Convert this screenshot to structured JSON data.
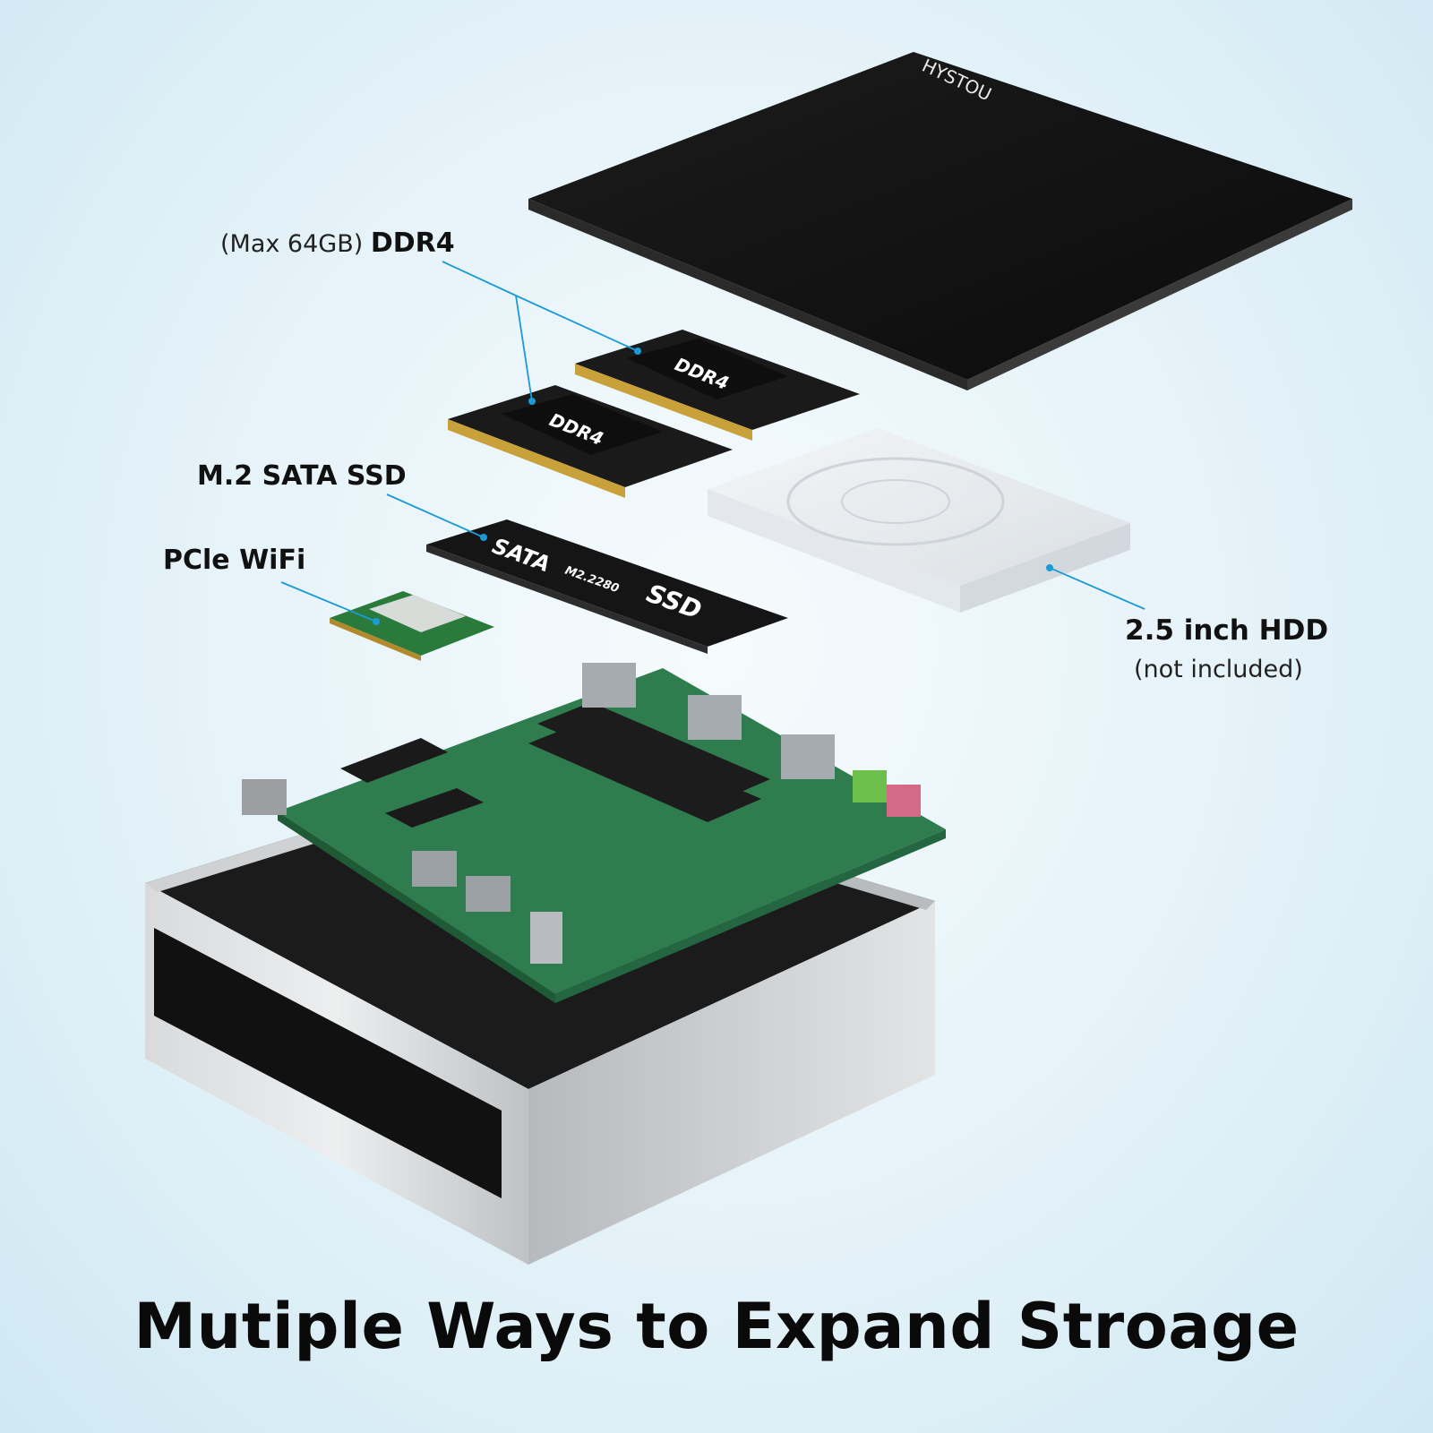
{
  "labels": {
    "ddr4_prefix": "(Max 64GB)",
    "ddr4": "DDR4",
    "ssd": "M.2 SATA SSD",
    "wifi": "PCle WiFi",
    "hdd": "2.5 inch HDD",
    "hdd_note": "(not included)"
  },
  "components": {
    "cover_brand": "HYSTOU",
    "ram_chip_label": "DDR4",
    "ssd_brand": "SATA",
    "ssd_model": "M2.2280",
    "ssd_type": "SSD"
  },
  "headline": "Mutiple Ways to Expand Stroage",
  "colors": {
    "leader_line": "#1a9ad6",
    "pcb_green": "#2f7d4e",
    "case_silver": "#c9cbcd"
  }
}
